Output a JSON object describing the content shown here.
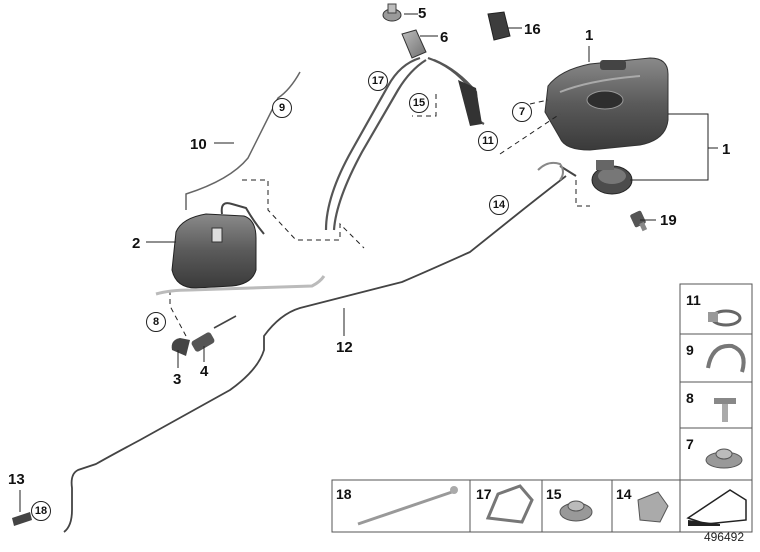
{
  "diagram": {
    "callouts": {
      "c1a": "1",
      "c1b": "1",
      "c2": "2",
      "c3": "3",
      "c4": "4",
      "c5": "5",
      "c6": "6",
      "c10": "10",
      "c12": "12",
      "c13": "13",
      "c16": "16",
      "c19": "19"
    },
    "circled": {
      "r7": "7",
      "r8": "8",
      "r9": "9",
      "r11": "11",
      "r14": "14",
      "r15": "15",
      "r17": "17",
      "r18": "18"
    },
    "legend_side": {
      "l11": "11",
      "l9": "9",
      "l8": "8",
      "l7": "7"
    },
    "legend_bottom": {
      "b18": "18",
      "b17": "17",
      "b15": "15",
      "b14": "14"
    },
    "doc_number": "496492"
  }
}
